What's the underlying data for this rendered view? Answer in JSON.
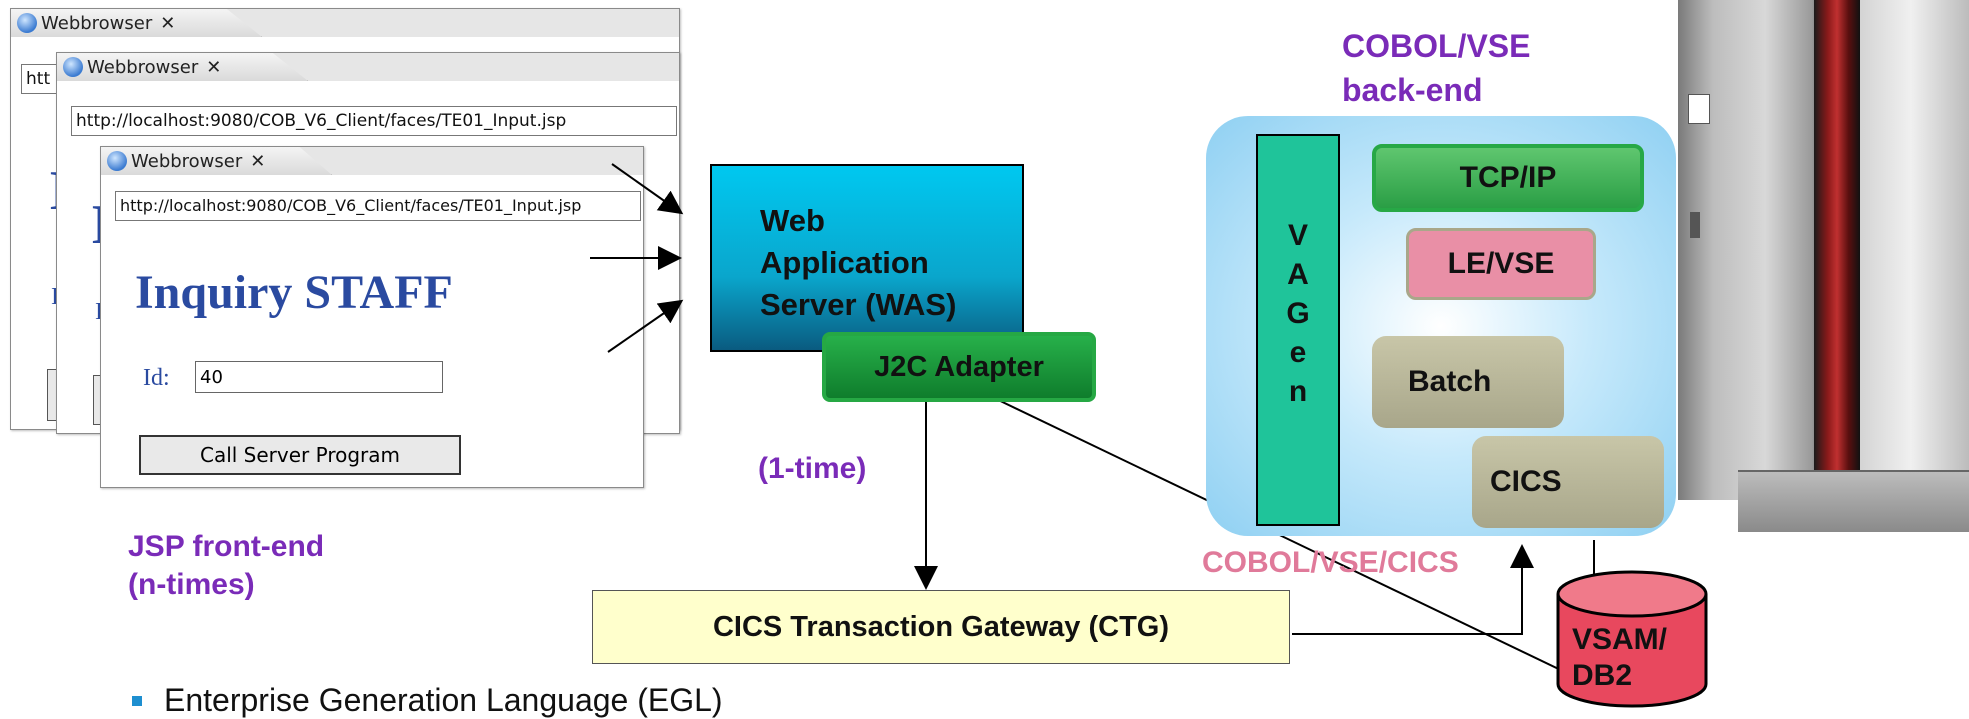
{
  "browser": {
    "tab_label": "Webbrowser",
    "url_partial": "htt",
    "url": "http://localhost:9080/COB_V6_Client/faces/TE01_Input.jsp",
    "page_title": "Inquiry STAFF",
    "page_title_cut1": "I",
    "page_title_cut2": "I",
    "id_label": "Id:",
    "id_value": "40",
    "id_cut1": "I",
    "id_cut2": "I",
    "call_button": "Call Server Program"
  },
  "was": {
    "line1": "Web",
    "line2": "Application",
    "line3": "Server (WAS)"
  },
  "j2c_adapter": "J2C Adapter",
  "one_time": "(1-time)",
  "jsp_frontend": {
    "line1": "JSP front-end",
    "line2": "(n-times)"
  },
  "ctg": "CICS Transaction Gateway (CTG)",
  "cobol_backend": {
    "line1": "COBOL/VSE",
    "line2": "back-end"
  },
  "vagen": [
    "V",
    "A",
    "G",
    "e",
    "n"
  ],
  "tcpip": "TCP/IP",
  "levse": "LE/VSE",
  "batch": "Batch",
  "cics": "CICS",
  "cobol_vse_cics": "COBOL/VSE/CICS",
  "vsam": {
    "line1": "VSAM/",
    "line2": "DB2"
  },
  "bullet_text": "Enterprise Generation Language (EGL)",
  "colors": {
    "purple": "#7a2bb8",
    "pink": "#e07a9a",
    "was_cyan": "#00c8f0",
    "green": "#2ea84a",
    "vagen_teal": "#1fc49a",
    "panel_blue": "#9fd8f5",
    "khaki": "#b8b696",
    "ctg_yellow": "#ffffcc",
    "vsam_red": "#e8485e"
  }
}
